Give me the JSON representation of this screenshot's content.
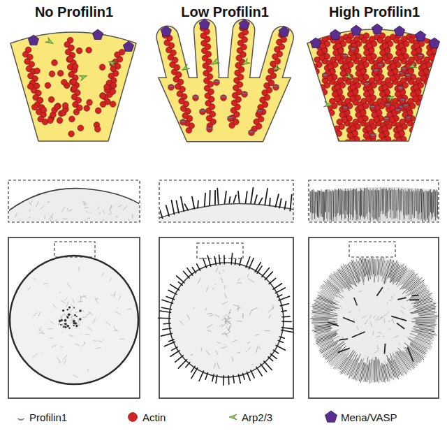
{
  "diagram": {
    "labels": [
      "No Profilin1",
      "Low Profilin1",
      "High Profilin1"
    ],
    "legend": [
      {
        "text": "Profilin1"
      },
      {
        "text": "Actin"
      },
      {
        "text": "Arp2/3"
      },
      {
        "text": "Mena/VASP"
      }
    ]
  }
}
